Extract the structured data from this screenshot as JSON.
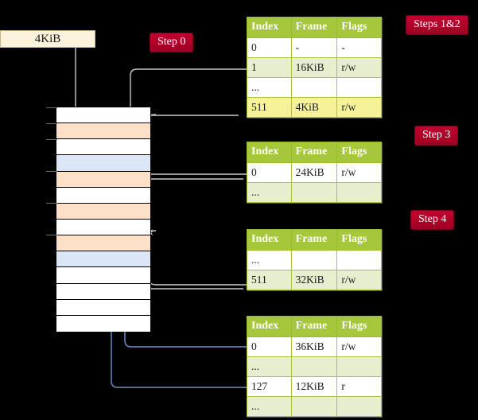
{
  "diagram": {
    "title_hidden": "Multi-level page table walk",
    "background": "#000000",
    "accent_table_header": "#a6c63c",
    "accent_badge": "#b4002a",
    "highlight_yellow": "#f5f29a",
    "memory_orange": "#fde0c8",
    "memory_blue": "#dbe7f6",
    "source_box_fill": "#fdf3dc"
  },
  "source_box": {
    "label": "4KiB"
  },
  "badges": [
    {
      "label": "Step 0",
      "name": "badge-step-0"
    },
    {
      "label": "Steps 1&2",
      "name": "badge-steps-1-2"
    },
    {
      "label": "Step 3",
      "name": "badge-step-3"
    },
    {
      "label": "Step 4",
      "name": "badge-step-4"
    }
  ],
  "tables": [
    {
      "name": "page-table-level-0",
      "columns": [
        "Index",
        "Frame",
        "Flags"
      ],
      "rows": [
        {
          "index": "0",
          "frame": "-",
          "flags": "-",
          "stripe": "plain",
          "highlight": false
        },
        {
          "index": "1",
          "frame": "16KiB",
          "flags": "r/w",
          "stripe": "alt",
          "highlight": false
        },
        {
          "index": "...",
          "frame": "",
          "flags": "",
          "stripe": "plain",
          "highlight": false
        },
        {
          "index": "511",
          "frame": "4KiB",
          "flags": "r/w",
          "stripe": "alt",
          "highlight": true
        }
      ]
    },
    {
      "name": "page-table-level-1",
      "columns": [
        "Index",
        "Frame",
        "Flags"
      ],
      "rows": [
        {
          "index": "0",
          "frame": "24KiB",
          "flags": "r/w",
          "stripe": "plain",
          "highlight": false
        },
        {
          "index": "...",
          "frame": "",
          "flags": "",
          "stripe": "alt",
          "highlight": false
        }
      ]
    },
    {
      "name": "page-table-level-2",
      "columns": [
        "Index",
        "Frame",
        "Flags"
      ],
      "rows": [
        {
          "index": "...",
          "frame": "",
          "flags": "",
          "stripe": "plain",
          "highlight": false
        },
        {
          "index": "511",
          "frame": "32KiB",
          "flags": "r/w",
          "stripe": "alt",
          "highlight": false
        }
      ]
    },
    {
      "name": "page-table-level-3",
      "columns": [
        "Index",
        "Frame",
        "Flags"
      ],
      "rows": [
        {
          "index": "0",
          "frame": "36KiB",
          "flags": "r/w",
          "stripe": "plain",
          "highlight": false
        },
        {
          "index": "...",
          "frame": "",
          "flags": "",
          "stripe": "alt",
          "highlight": false
        },
        {
          "index": "127",
          "frame": "12KiB",
          "flags": "r",
          "stripe": "plain",
          "highlight": false
        },
        {
          "index": "...",
          "frame": "",
          "flags": "",
          "stripe": "alt",
          "highlight": false
        }
      ]
    }
  ],
  "memory_column": {
    "name": "physical-memory-column",
    "rows": [
      {
        "fill": "white"
      },
      {
        "fill": "orange"
      },
      {
        "fill": "white"
      },
      {
        "fill": "blue"
      },
      {
        "fill": "orange"
      },
      {
        "fill": "white"
      },
      {
        "fill": "orange"
      },
      {
        "fill": "white"
      },
      {
        "fill": "orange"
      },
      {
        "fill": "blue"
      },
      {
        "fill": "white"
      },
      {
        "fill": "white"
      },
      {
        "fill": "white"
      },
      {
        "fill": "white"
      }
    ]
  }
}
